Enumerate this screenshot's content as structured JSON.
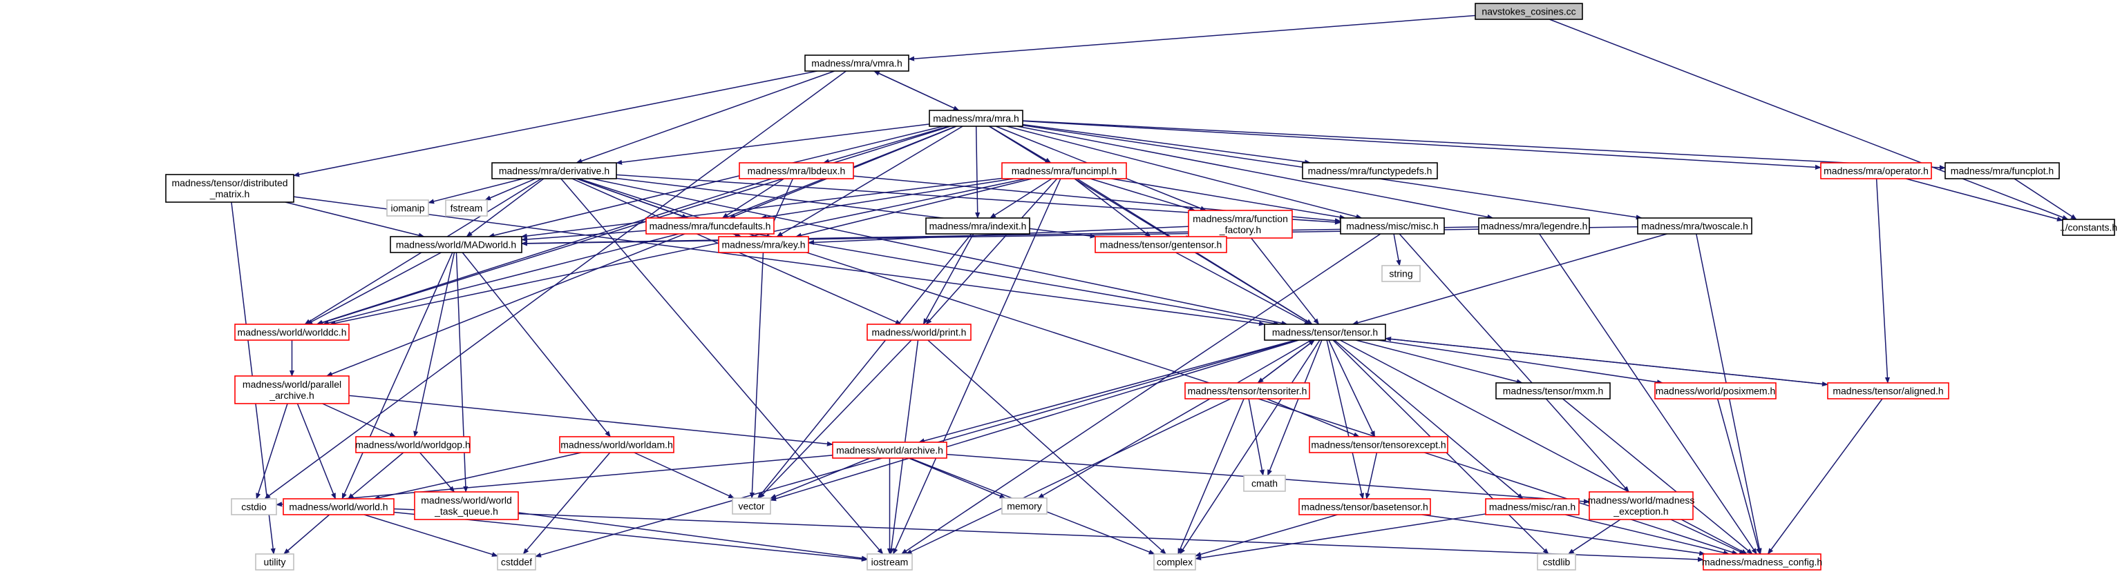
{
  "colors": {
    "edge": "#191970",
    "root_fill": "#bfbfbf",
    "border_black": "#000000",
    "border_red": "#ff0000",
    "border_gray": "#bfbfbf",
    "fill": "#ffffff",
    "text": "#000000"
  },
  "nodes": [
    {
      "id": "root",
      "lines": [
        "navstokes_cosines.cc"
      ],
      "style": "root"
    },
    {
      "id": "vmra",
      "lines": [
        "madness/mra/vmra.h"
      ],
      "style": "black"
    },
    {
      "id": "mra",
      "lines": [
        "madness/mra/mra.h"
      ],
      "style": "black"
    },
    {
      "id": "cstdio",
      "lines": [
        "cstdio"
      ],
      "style": "gray"
    },
    {
      "id": "constants",
      "lines": [
        "../constants.h"
      ],
      "style": "black"
    },
    {
      "id": "derivative",
      "lines": [
        "madness/mra/derivative.h"
      ],
      "style": "black"
    },
    {
      "id": "lbdeux",
      "lines": [
        "madness/mra/lbdeux.h"
      ],
      "style": "red"
    },
    {
      "id": "funcimpl",
      "lines": [
        "madness/mra/funcimpl.h"
      ],
      "style": "red"
    },
    {
      "id": "functypedefs",
      "lines": [
        "madness/mra/functypedefs.h"
      ],
      "style": "black"
    },
    {
      "id": "operator",
      "lines": [
        "madness/mra/operator.h"
      ],
      "style": "red"
    },
    {
      "id": "funcplot",
      "lines": [
        "madness/mra/funcplot.h"
      ],
      "style": "black"
    },
    {
      "id": "distmatrix",
      "lines": [
        "madness/tensor/distributed",
        "_matrix.h"
      ],
      "style": "black"
    },
    {
      "id": "iomanip",
      "lines": [
        "iomanip"
      ],
      "style": "gray"
    },
    {
      "id": "fstream",
      "lines": [
        "fstream"
      ],
      "style": "gray"
    },
    {
      "id": "funcdefaults",
      "lines": [
        "madness/mra/funcdefaults.h"
      ],
      "style": "red"
    },
    {
      "id": "indexit",
      "lines": [
        "madness/mra/indexit.h"
      ],
      "style": "black"
    },
    {
      "id": "function_factory",
      "lines": [
        "madness/mra/function",
        "_factory.h"
      ],
      "style": "red"
    },
    {
      "id": "misc",
      "lines": [
        "madness/misc/misc.h"
      ],
      "style": "black"
    },
    {
      "id": "legendre",
      "lines": [
        "madness/mra/legendre.h"
      ],
      "style": "black"
    },
    {
      "id": "twoscale",
      "lines": [
        "madness/mra/twoscale.h"
      ],
      "style": "black"
    },
    {
      "id": "madworld",
      "lines": [
        "madness/world/MADworld.h"
      ],
      "style": "black"
    },
    {
      "id": "key",
      "lines": [
        "madness/mra/key.h"
      ],
      "style": "red"
    },
    {
      "id": "gentensor",
      "lines": [
        "madness/tensor/gentensor.h"
      ],
      "style": "red"
    },
    {
      "id": "string",
      "lines": [
        "string"
      ],
      "style": "gray"
    },
    {
      "id": "worlddc",
      "lines": [
        "madness/world/worlddc.h"
      ],
      "style": "red"
    },
    {
      "id": "print",
      "lines": [
        "madness/world/print.h"
      ],
      "style": "red"
    },
    {
      "id": "tensor",
      "lines": [
        "madness/tensor/tensor.h"
      ],
      "style": "black"
    },
    {
      "id": "parallel_archive",
      "lines": [
        "madness/world/parallel",
        "_archive.h"
      ],
      "style": "red"
    },
    {
      "id": "tensoriter",
      "lines": [
        "madness/tensor/tensoriter.h"
      ],
      "style": "red"
    },
    {
      "id": "mxm",
      "lines": [
        "madness/tensor/mxm.h"
      ],
      "style": "black"
    },
    {
      "id": "posixmem",
      "lines": [
        "madness/world/posixmem.h"
      ],
      "style": "red"
    },
    {
      "id": "aligned",
      "lines": [
        "madness/tensor/aligned.h"
      ],
      "style": "red"
    },
    {
      "id": "worldgop",
      "lines": [
        "madness/world/worldgop.h"
      ],
      "style": "red"
    },
    {
      "id": "worldam",
      "lines": [
        "madness/world/worldam.h"
      ],
      "style": "red"
    },
    {
      "id": "archive",
      "lines": [
        "madness/world/archive.h"
      ],
      "style": "red"
    },
    {
      "id": "cmath",
      "lines": [
        "cmath"
      ],
      "style": "gray"
    },
    {
      "id": "tensorexcept",
      "lines": [
        "madness/tensor/tensorexcept.h"
      ],
      "style": "red"
    },
    {
      "id": "world",
      "lines": [
        "madness/world/world.h"
      ],
      "style": "red"
    },
    {
      "id": "task_queue",
      "lines": [
        "madness/world/world",
        "_task_queue.h"
      ],
      "style": "red"
    },
    {
      "id": "vector",
      "lines": [
        "vector"
      ],
      "style": "gray"
    },
    {
      "id": "memory",
      "lines": [
        "memory"
      ],
      "style": "gray"
    },
    {
      "id": "basetensor",
      "lines": [
        "madness/tensor/basetensor.h"
      ],
      "style": "red"
    },
    {
      "id": "ran",
      "lines": [
        "madness/misc/ran.h"
      ],
      "style": "red"
    },
    {
      "id": "madness_exception",
      "lines": [
        "madness/world/madness",
        "_exception.h"
      ],
      "style": "red"
    },
    {
      "id": "utility",
      "lines": [
        "utility"
      ],
      "style": "gray"
    },
    {
      "id": "cstddef",
      "lines": [
        "cstddef"
      ],
      "style": "gray"
    },
    {
      "id": "iostream",
      "lines": [
        "iostream"
      ],
      "style": "gray"
    },
    {
      "id": "complex",
      "lines": [
        "complex"
      ],
      "style": "gray"
    },
    {
      "id": "cstdlib",
      "lines": [
        "cstdlib"
      ],
      "style": "gray"
    },
    {
      "id": "madness_config",
      "lines": [
        "madness/madness_config.h"
      ],
      "style": "red"
    }
  ],
  "edges": [
    [
      "root",
      "vmra"
    ],
    [
      "root",
      "constants"
    ],
    [
      "vmra",
      "mra"
    ],
    [
      "vmra",
      "cstdio"
    ],
    [
      "vmra",
      "derivative"
    ],
    [
      "vmra",
      "distmatrix"
    ],
    [
      "mra",
      "vmra"
    ],
    [
      "mra",
      "derivative"
    ],
    [
      "mra",
      "lbdeux"
    ],
    [
      "mra",
      "funcimpl"
    ],
    [
      "mra",
      "functypedefs"
    ],
    [
      "mra",
      "operator"
    ],
    [
      "mra",
      "funcplot"
    ],
    [
      "mra",
      "funcdefaults"
    ],
    [
      "mra",
      "indexit"
    ],
    [
      "mra",
      "function_factory"
    ],
    [
      "mra",
      "misc"
    ],
    [
      "mra",
      "legendre"
    ],
    [
      "mra",
      "twoscale"
    ],
    [
      "mra",
      "madworld"
    ],
    [
      "mra",
      "key"
    ],
    [
      "mra",
      "worlddc"
    ],
    [
      "mra",
      "parallel_archive"
    ],
    [
      "mra",
      "tensor"
    ],
    [
      "derivative",
      "iomanip"
    ],
    [
      "derivative",
      "fstream"
    ],
    [
      "derivative",
      "funcdefaults"
    ],
    [
      "derivative",
      "misc"
    ],
    [
      "derivative",
      "madworld"
    ],
    [
      "derivative",
      "key"
    ],
    [
      "derivative",
      "worlddc"
    ],
    [
      "derivative",
      "print"
    ],
    [
      "derivative",
      "tensor"
    ],
    [
      "derivative",
      "gentensor"
    ],
    [
      "derivative",
      "iostream"
    ],
    [
      "derivative",
      "madness_config"
    ],
    [
      "lbdeux",
      "funcdefaults"
    ],
    [
      "lbdeux",
      "key"
    ],
    [
      "lbdeux",
      "worlddc"
    ],
    [
      "lbdeux",
      "misc"
    ],
    [
      "funcimpl",
      "funcdefaults"
    ],
    [
      "funcimpl",
      "indexit"
    ],
    [
      "funcimpl",
      "function_factory"
    ],
    [
      "funcimpl",
      "misc"
    ],
    [
      "funcimpl",
      "madworld"
    ],
    [
      "funcimpl",
      "key"
    ],
    [
      "funcimpl",
      "gentensor"
    ],
    [
      "funcimpl",
      "tensor"
    ],
    [
      "funcimpl",
      "print"
    ],
    [
      "funcimpl",
      "iostream"
    ],
    [
      "funcimpl",
      "worlddc"
    ],
    [
      "operator",
      "aligned"
    ],
    [
      "operator",
      "constants"
    ],
    [
      "funcplot",
      "constants"
    ],
    [
      "distmatrix",
      "madworld"
    ],
    [
      "distmatrix",
      "tensor"
    ],
    [
      "distmatrix",
      "utility"
    ],
    [
      "funcdefaults",
      "madworld"
    ],
    [
      "funcdefaults",
      "key"
    ],
    [
      "funcdefaults",
      "tensor"
    ],
    [
      "funcdefaults",
      "worlddc"
    ],
    [
      "indexit",
      "print"
    ],
    [
      "indexit",
      "vector"
    ],
    [
      "function_factory",
      "key"
    ],
    [
      "function_factory",
      "gentensor"
    ],
    [
      "function_factory",
      "tensor"
    ],
    [
      "misc",
      "string"
    ],
    [
      "misc",
      "iostream"
    ],
    [
      "misc",
      "madness_exception"
    ],
    [
      "legendre",
      "madworld"
    ],
    [
      "legendre",
      "madness_config"
    ],
    [
      "twoscale",
      "tensor"
    ],
    [
      "twoscale",
      "madworld"
    ],
    [
      "twoscale",
      "madness_config"
    ],
    [
      "madworld",
      "worlddc"
    ],
    [
      "madworld",
      "worldgop"
    ],
    [
      "madworld",
      "worldam"
    ],
    [
      "madworld",
      "world"
    ],
    [
      "madworld",
      "task_queue"
    ],
    [
      "key",
      "vector"
    ],
    [
      "gentensor",
      "tensor"
    ],
    [
      "worlddc",
      "parallel_archive"
    ],
    [
      "print",
      "iostream"
    ],
    [
      "print",
      "complex"
    ],
    [
      "print",
      "vector"
    ],
    [
      "tensor",
      "tensoriter"
    ],
    [
      "tensor",
      "mxm"
    ],
    [
      "tensor",
      "posixmem"
    ],
    [
      "tensor",
      "aligned"
    ],
    [
      "tensor",
      "archive"
    ],
    [
      "tensor",
      "cmath"
    ],
    [
      "tensor",
      "tensorexcept"
    ],
    [
      "tensor",
      "basetensor"
    ],
    [
      "tensor",
      "ran"
    ],
    [
      "tensor",
      "memory"
    ],
    [
      "tensor",
      "vector"
    ],
    [
      "tensor",
      "complex"
    ],
    [
      "tensor",
      "cstddef"
    ],
    [
      "tensor",
      "cstdlib"
    ],
    [
      "tensor",
      "madness_config"
    ],
    [
      "tensoriter",
      "tensor"
    ],
    [
      "tensoriter",
      "cmath"
    ],
    [
      "tensoriter",
      "tensorexcept"
    ],
    [
      "tensoriter",
      "complex"
    ],
    [
      "tensoriter",
      "iostream"
    ],
    [
      "aligned",
      "tensor"
    ],
    [
      "aligned",
      "madness_config"
    ],
    [
      "mxm",
      "madness_config"
    ],
    [
      "posixmem",
      "madness_config"
    ],
    [
      "parallel_archive",
      "archive"
    ],
    [
      "parallel_archive",
      "worldgop"
    ],
    [
      "parallel_archive",
      "world"
    ],
    [
      "parallel_archive",
      "cstdio"
    ],
    [
      "worldgop",
      "world"
    ],
    [
      "worldgop",
      "task_queue"
    ],
    [
      "worldam",
      "world"
    ],
    [
      "worldam",
      "vector"
    ],
    [
      "worldam",
      "cstddef"
    ],
    [
      "archive",
      "vector"
    ],
    [
      "archive",
      "memory"
    ],
    [
      "archive",
      "iostream"
    ],
    [
      "archive",
      "complex"
    ],
    [
      "archive",
      "madness_exception"
    ],
    [
      "archive",
      "cstdio"
    ],
    [
      "tensorexcept",
      "basetensor"
    ],
    [
      "world",
      "utility"
    ],
    [
      "world",
      "cstddef"
    ],
    [
      "world",
      "iostream"
    ],
    [
      "world",
      "madness_config"
    ],
    [
      "task_queue",
      "iostream"
    ],
    [
      "basetensor",
      "madness_config"
    ],
    [
      "basetensor",
      "complex"
    ],
    [
      "ran",
      "madness_config"
    ],
    [
      "ran",
      "complex"
    ],
    [
      "madness_exception",
      "madness_config"
    ],
    [
      "madness_exception",
      "cstdlib"
    ]
  ]
}
